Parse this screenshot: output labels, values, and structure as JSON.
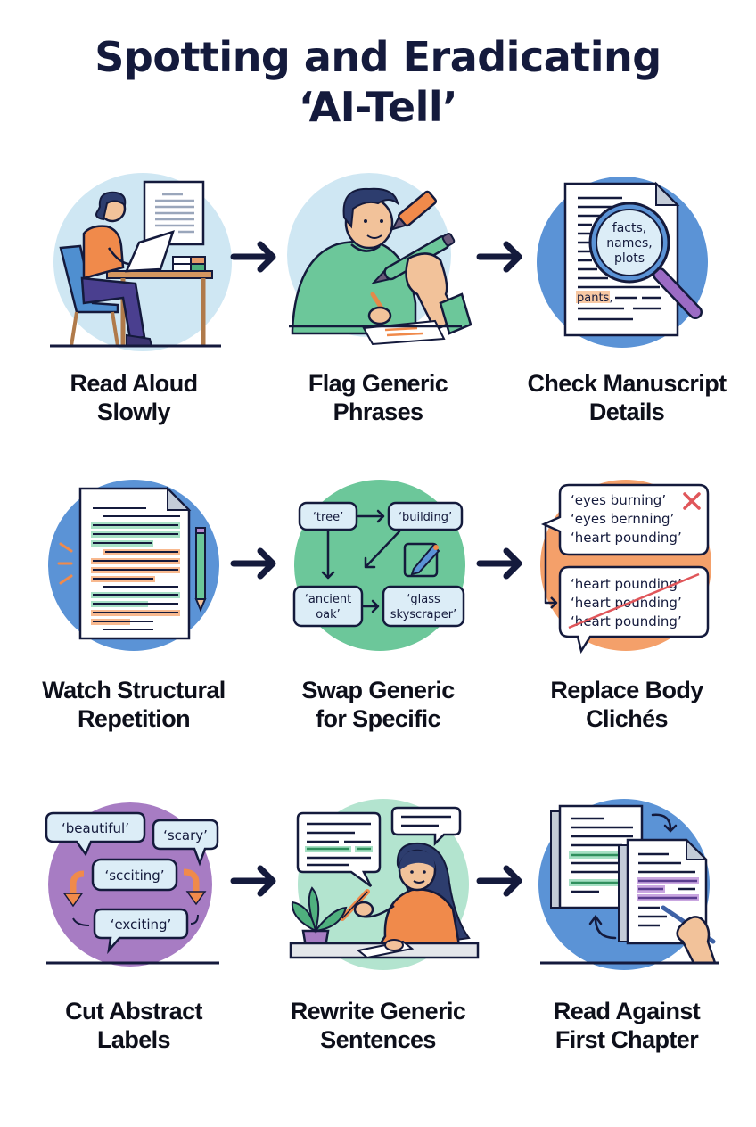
{
  "title": {
    "line1": "Spotting and Eradicating",
    "line2": "‘AI-Tell’"
  },
  "colors": {
    "navy": "#141a3c",
    "light_blue": "#cde6f2",
    "mid_blue": "#5b93d6",
    "green": "#6cc79a",
    "orange": "#f08a4b",
    "purple": "#a77cc3",
    "mint": "#a6e0c4"
  },
  "steps": [
    {
      "label_line1": "Read Aloud",
      "label_line2": "Slowly",
      "icon": "reading-woman-icon"
    },
    {
      "label_line1": "Flag Generic",
      "label_line2": "Phrases",
      "icon": "highlighting-man-icon"
    },
    {
      "label_line1": "Check Manuscript",
      "label_line2": "Details",
      "icon": "magnifier-document-icon",
      "magnifier_text": [
        "facts,",
        "names,",
        "plots"
      ],
      "highlight_word": "pants,"
    },
    {
      "label_line1": "Watch Structural",
      "label_line2": "Repetition",
      "icon": "highlighted-document-icon"
    },
    {
      "label_line1": "Swap Generic",
      "label_line2": "for Specific",
      "icon": "word-swap-diagram-icon",
      "boxes": [
        "‘tree’",
        "‘building’",
        "‘ancient",
        "oak’",
        "‘glass",
        "skyscraper’"
      ]
    },
    {
      "label_line1": "Replace Body",
      "label_line2": "Clichés",
      "icon": "cliche-bubbles-icon",
      "bubble1": [
        "‘eyes burning’",
        "‘eyes bernning’",
        "‘heart pounding’"
      ],
      "bubble2": [
        "‘heart pounding’",
        "‘heart pounding’",
        "‘heart pounding’"
      ]
    },
    {
      "label_line1": "Cut Abstract",
      "label_line2": "Labels",
      "icon": "abstract-word-bubbles-icon",
      "words": [
        "‘beautiful’",
        "‘scary’",
        "‘scciting’",
        "‘exciting’"
      ]
    },
    {
      "label_line1": "Rewrite Generic",
      "label_line2": "Sentences",
      "icon": "writing-woman-icon"
    },
    {
      "label_line1": "Read Against",
      "label_line2": "First Chapter",
      "icon": "compare-documents-icon"
    }
  ]
}
